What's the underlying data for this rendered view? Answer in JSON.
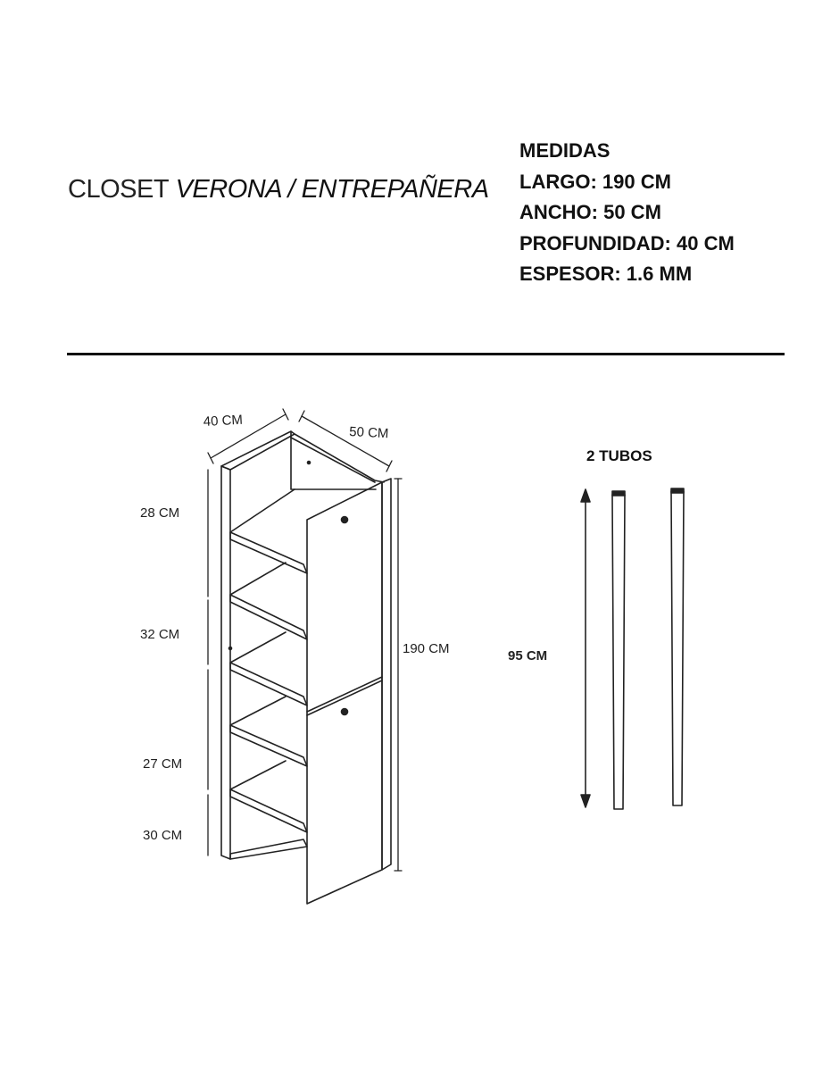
{
  "title": {
    "prefix": "CLOSET",
    "name": "VERONA / ENTREPAÑERA"
  },
  "specs": {
    "heading": "MEDIDAS",
    "largo": "LARGO: 190 CM",
    "ancho": "ANCHO: 50 CM",
    "profundidad": "PROFUNDIDAD: 40 CM",
    "espesor": "ESPESOR: 1.6 MM"
  },
  "closet": {
    "depth_label": "40 CM",
    "width_label": "50 CM",
    "height_label": "190 CM",
    "section_labels": [
      "28 CM",
      "32 CM",
      "27 CM",
      "30 CM"
    ]
  },
  "tubes": {
    "title": "2 TUBOS",
    "length_label": "95 CM"
  }
}
